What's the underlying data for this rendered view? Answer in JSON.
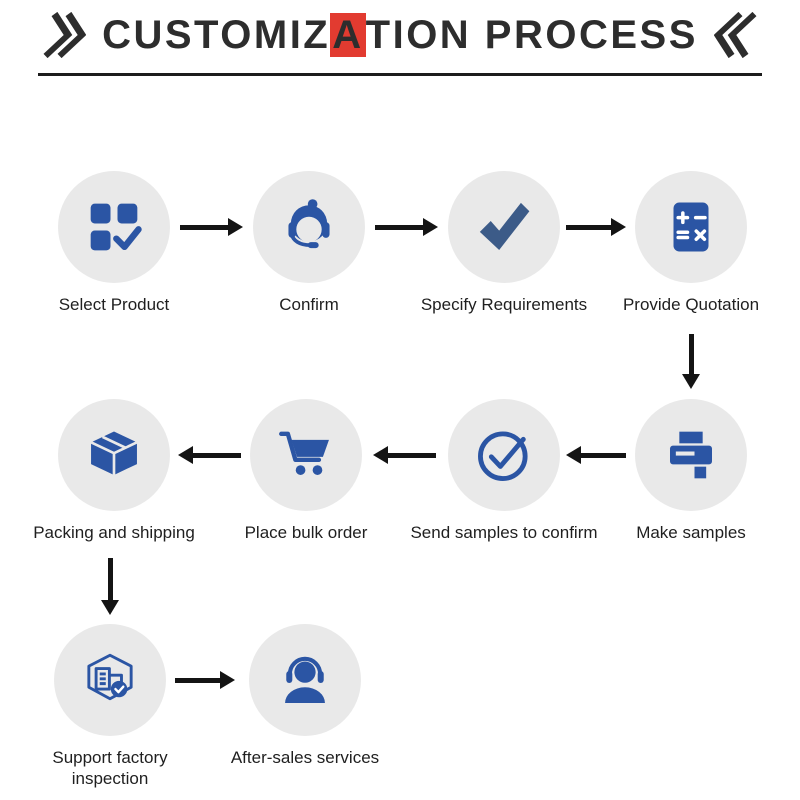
{
  "title": {
    "prefix": "CUSTOMIZ",
    "highlight": "A",
    "suffix": "TION PROCESS",
    "left_mark": "double-chevron-right",
    "right_mark": "double-chevron-left",
    "highlight_color": "#e23b30",
    "text_color": "#2d2d2d"
  },
  "colors": {
    "icon_blue": "#2b55a4",
    "check_steel_blue": "#3c5b88",
    "circle_background": "#e9e9e9",
    "arrow_black": "#141414",
    "background": "#ffffff"
  },
  "steps": [
    {
      "label": "Select Product",
      "icon": "select-product-icon"
    },
    {
      "label": "Confirm",
      "icon": "customer-service-icon"
    },
    {
      "label": "Specify Requirements",
      "icon": "checkmark-icon"
    },
    {
      "label": "Provide Quotation",
      "icon": "calculator-icon"
    },
    {
      "label": "Make samples",
      "icon": "printer-icon"
    },
    {
      "label": "Send samples to confirm",
      "icon": "circle-check-icon"
    },
    {
      "label": "Place bulk order",
      "icon": "shopping-cart-icon"
    },
    {
      "label": "Packing and shipping",
      "icon": "package-box-icon"
    },
    {
      "label": "Support factory inspection",
      "icon": "factory-inspection-icon"
    },
    {
      "label": "After-sales services",
      "icon": "headset-person-icon"
    }
  ]
}
